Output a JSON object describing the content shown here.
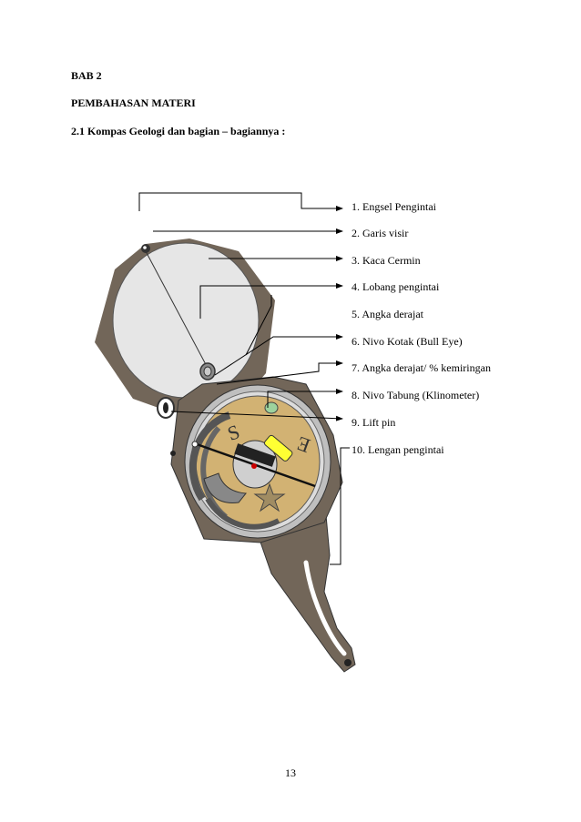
{
  "chapter": "BAB 2",
  "section_title": "PEMBAHASAN MATERI",
  "subsection_title": "2.1 Kompas Geologi dan bagian – bagiannya :",
  "figure": {
    "parts": [
      "1.   Engsel Pengintai",
      "2.   Garis visir",
      "3.   Kaca Cermin",
      "4.   Lobang pengintai",
      "5.   Angka derajat",
      "6.   Nivo Kotak (Bull Eye)",
      "7.   Angka derajat/ % kemiringan",
      "8.   Nivo Tabung (Klinometer)",
      "9.   Lift pin",
      "10. Lengan pengintai"
    ],
    "dial_letters": {
      "south": "S",
      "east": "E"
    },
    "colors": {
      "casing": "#726659",
      "mirror": "#e6e6e6",
      "dial_face": "#d2b273",
      "bezel": "#bfbfbf",
      "level_bubble": "#ffff33",
      "bull_eye": "#9dd29d",
      "needle_marker": "#cc0000",
      "arrow": "#000000"
    }
  },
  "page_number": "13"
}
